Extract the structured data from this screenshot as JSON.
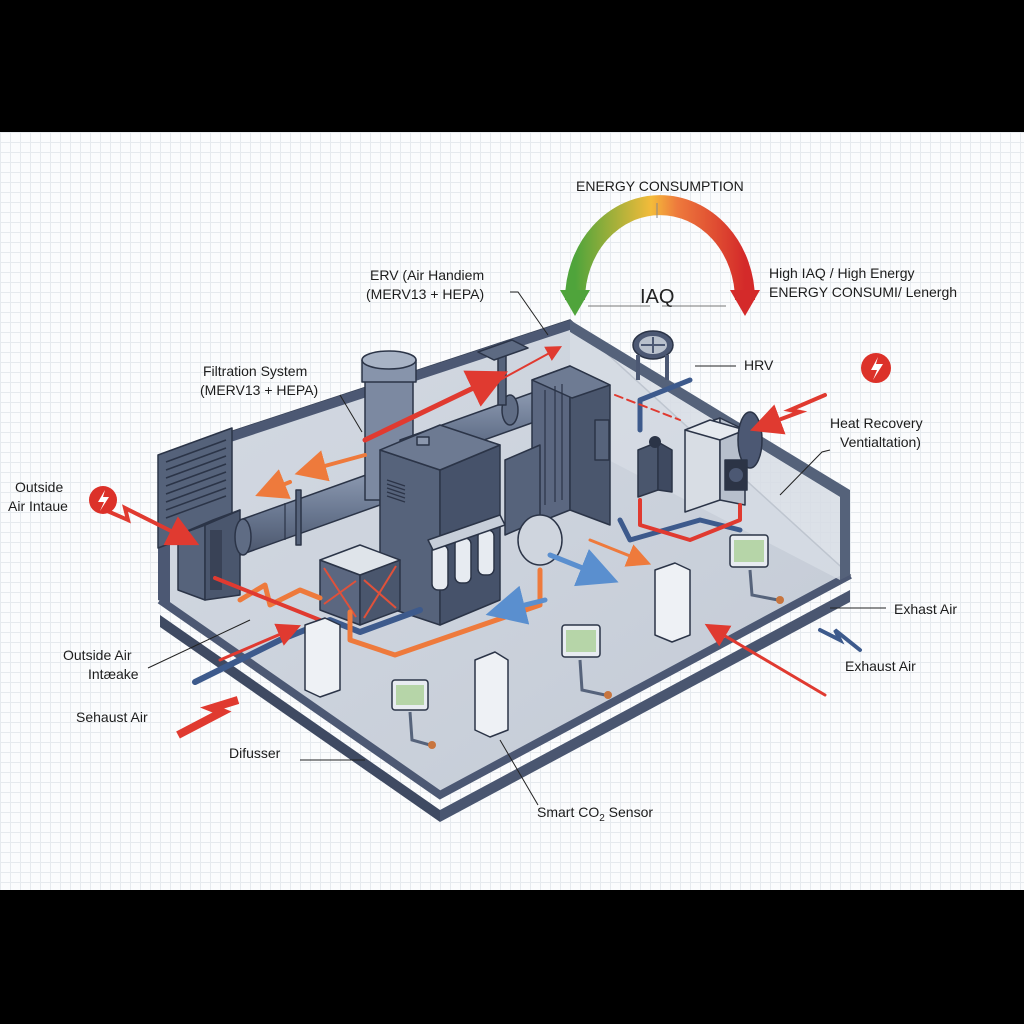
{
  "gauge": {
    "title": "ENERGY CONSUMPTION",
    "center_label": "IAQ",
    "right_label_line1": "High IAQ / High Energy",
    "right_label_line2": "ENERGY CONSUMI/ Lenergh",
    "colors": {
      "low": "#5aa83e",
      "mid": "#f2b134",
      "high": "#d9302c"
    }
  },
  "labels": {
    "erv_line1": "ERV (Air Handiem",
    "erv_line2": "(MERV13 + HEPA)",
    "filtration_line1": "Filtration System",
    "filtration_line2": "(MERV13 + HEPA)",
    "hrv": "HRV",
    "heat_recovery_line1": "Heat Recovery",
    "heat_recovery_line2": "Ventialtation)",
    "outside_air_top_line1": "Outside",
    "outside_air_top_line2": "Air Intaue",
    "outside_air_bottom_line1": "Outside Air",
    "outside_air_bottom_line2": "Intæake",
    "sehaust_air": "Sehaust Air",
    "difusser": "Difusser",
    "exhaust_air_1": "Exhast Air",
    "exhaust_air_2": "Exhaust Air",
    "co2_sensor_prefix": "Smart CO",
    "co2_sensor_sub": "2",
    "co2_sensor_suffix": " Sensor"
  },
  "icons": {
    "power_alert_1": "lightning-bolt-badge",
    "power_alert_2": "lightning-bolt-badge"
  },
  "colors": {
    "hot_air": "#e03a30",
    "warm_air": "#ee7a3c",
    "cool_air": "#3d5a8c",
    "fresh_air": "#5a8fcf",
    "equipment": "#55627a",
    "floor": "#c9d0da",
    "wall": "#4c5873"
  }
}
